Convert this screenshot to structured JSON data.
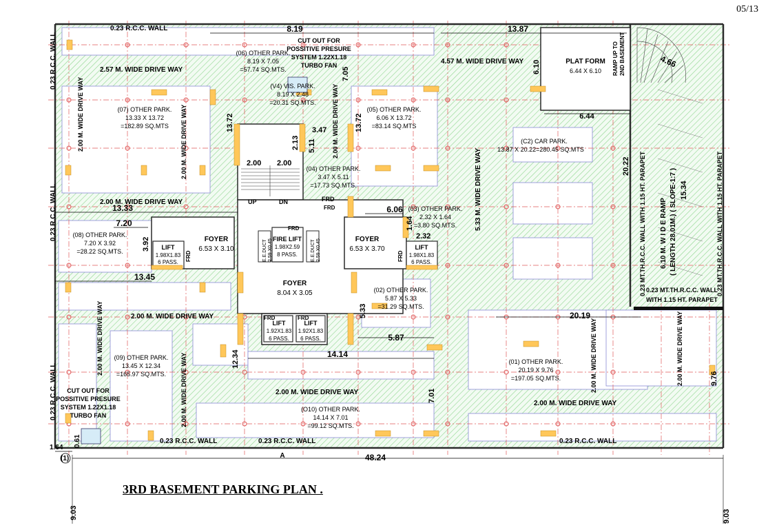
{
  "page_number": "05/13",
  "title": "3RD BASEMENT PARKING PLAN .",
  "dimensions": {
    "top_819": "8.19",
    "top_1387": "13.87",
    "ramp_466": "4.66",
    "d_610": "6.10",
    "d_644": "6.44",
    "d_1372_left": "13.72",
    "d_705": "7.05",
    "d_1372_right": "13.72",
    "d_213": "2.13",
    "d_347": "3.47",
    "d_511": "5.11",
    "d_200a": "2.00",
    "d_200b": "2.00",
    "d_2022": "20.22",
    "d_1534": "15.34",
    "d_1333": "13.33",
    "d_720": "7.20",
    "d_606": "6.06",
    "d_164": "1.64",
    "d_232": "2.32",
    "d_392": "3.92",
    "d_1345": "13.45",
    "d_533": "5.33",
    "d_587": "5.87",
    "d_2019": "20.19",
    "d_1234": "12.34",
    "d_1414": "14.14",
    "d_976": "9.76",
    "d_701": "7.01",
    "d_164b": "1.64",
    "d_061": "0.61",
    "d_4824": "48.24",
    "d_903a": "9.03",
    "d_903b": "9.03"
  },
  "labels": {
    "wall_top": "0.23 R.C.C. WALL",
    "wall_left_top": "0.23 R.C.C. WALL",
    "wall_left_mid": "0.23 R.C.C. WALL",
    "wall_left_bot": "0.23 R.C.C. WALL",
    "wall_bot_1": "0.23 R.C.C. WALL",
    "wall_bot_2": "0.23 R.C.C. WALL",
    "wall_bot_3": "0.23 R.C.C. WALL",
    "cutout_top_1": "CUT OUT FOR",
    "cutout_top_2": "POSSITIVE PRESURE",
    "cutout_top_3": "SYSTEM 1.22X1.18",
    "cutout_top_4": "TURBO FAN",
    "cutout_bot_1": "CUT OUT FOR",
    "cutout_bot_2": "POSSITIVE PRESURE",
    "cutout_bot_3": "SYSTEM 1.22X1.18",
    "cutout_bot_4": "TURBO FAN",
    "dw_257": "2.57 M.  WIDE  DRIVE WAY",
    "dw_457": "4.57 M.  WIDE  DRIVE WAY",
    "dw_200_mid": "2.00 M.  WIDE   DRIVE WAY",
    "dw_200_center": "2.00 M.  WIDE  DRIVE WAY",
    "dw_200_bot": "2.00 M.  WIDE   DRIVE WAY",
    "dw_200_botright": "2.00 M.  WIDE   DRIVE WAY",
    "dw_v_left_top": "2.00 M.  WIDE   DRIVE WAY",
    "dw_v_mid_top": "2.00 M.  WIDE   DRIVE WAY",
    "dw_v_center_top": "2.00 M.  WIDE   DRIVE WAY",
    "dw_v_533": "5.33 M.  WIDE   DRIVE WAY",
    "dw_v_left_bot": "2.00 M.  WIDE   DRIVE WAY",
    "dw_v_mid_bot": "2.00 M.  WIDE   DRIVE WAY",
    "dw_v_right_bot1": "2.00 M.  WIDE   DRIVE WAY",
    "dw_v_right_bot2": "2.00 M.  WIDE   DRIVE WAY",
    "platform_1": "PLAT FORM",
    "platform_2": "6.44 X 6.10",
    "ramp_up_1": "RAMP UP TO",
    "ramp_up_2": "2ND BASEMENT",
    "p06_1": "(06) OTHER PARK.",
    "p06_2": "8.19 X 7.05",
    "p06_3": "=57.74 SQ.MTS.",
    "v4_1": "(V4) VIS. PARK.",
    "v4_2": "8.19 X 2.48",
    "v4_3": "=20.31 SQ.MTS.",
    "p07_1": "(07) OTHER PARK.",
    "p07_2": "13.33 X 13.72",
    "p07_3": "=182.89 SQ.MTS",
    "p05_1": "(05) OTHER PARK.",
    "p05_2": "6.06 X 13.72",
    "p05_3": "=83.14 SQ.MTS",
    "c2_1": "(C2) CAR PARK.",
    "c2_2": "13.87 X 20.22=280.45 SQ.MTS",
    "p04_1": "(04) OTHER PARK.",
    "p04_2": "3.47 X 5.11",
    "p04_3": "=17.73 SQ.MTS.",
    "p03_1": "(03) OTHER PARK.",
    "p03_2": "2.32 X 1.64",
    "p03_3": "=3.80 SQ.MTS.",
    "p08_1": "(08) OTHER PARK.",
    "p08_2": "7.20 X 3.92",
    "p08_3": "=28.22 SQ.MTS.",
    "p02_1": "(02) OTHER PARK.",
    "p02_2": "5.87 X 5.33",
    "p02_3": "=31.29 SQ.MTS.",
    "p09_1": "(09) OTHER PARK.",
    "p09_2": "13.45 X 12.34",
    "p09_3": "=165.97 SQ.MTS.",
    "p01_1": "(01) OTHER PARK.",
    "p01_2": "20.19 X 9.76",
    "p01_3": "=197.05 SQ.MTS.",
    "p010_1": "(O10) OTHER PARK.",
    "p010_2": "14.14 X 7.01",
    "p010_3": "=99.12 SQ.MTS.",
    "foyer_l_1": "FOYER",
    "foyer_l_2": "6.53 X 3.10",
    "foyer_r_1": "FOYER",
    "foyer_r_2": "6.53 X 3.70",
    "foyer_c_1": "FOYER",
    "foyer_c_2": "8.04 X 3.05",
    "fire_lift_1": "FIRE LIFT",
    "fire_lift_2": "1.98X2.59",
    "fire_lift_3": "8 PASS.",
    "ele_duct_l_1": "E.E.DUCT",
    "ele_duct_l_2": "2.59 X0.45",
    "ele_duct_r_1": "E.E.DUCT",
    "ele_duct_r_2": "2.59 X0.45",
    "lift_l_1": "LIFT",
    "lift_l_2": "1.98X1.83",
    "lift_l_3": "6 PASS.",
    "lift_r_1": "LIFT",
    "lift_r_2": "1.98X1.83",
    "lift_r_3": "6 PASS.",
    "lift_b1_1": "LIFT",
    "lift_b1_2": "1.92X1.83",
    "lift_b1_3": "6 PASS.",
    "lift_b2_1": "LIFT",
    "lift_b2_2": "1.92X1.83",
    "lift_b2_3": "6 PASS.",
    "frd_1": "FRD",
    "frd_2": "FRD",
    "frd_3": "FRD",
    "frd_4": "FRD",
    "frd_5": "FRD",
    "frd_6": "FRD",
    "frd_7": "FRD",
    "up": "UP",
    "dn": "DN",
    "ramp_wall_l": "0.23 MT.TH.R.C.C. WALL  WITH 1.15 HT. PARAPET",
    "ramp_wall_r": "0.23 MT.TH.R.C.C. WALL  WITH 1.15 HT. PARAPET",
    "ramp_main": "6.10 M. W I D E  RAMP",
    "ramp_len": "( LENGTH 28.01M.) ( SLOPE-1:7 )",
    "ramp_note_1": "0.23 MT.TH.R.C.C. WALL",
    "ramp_note_2": "WITH 1.15 HT. PARAPET",
    "grid_1": "(1)",
    "grid_a": "A"
  },
  "colors": {
    "wall": "#2a2a2a",
    "drive_hatch": "#8fd68f",
    "column": "#ffc75a",
    "axis": "#e05a5a",
    "parking_line": "#4646b4"
  }
}
